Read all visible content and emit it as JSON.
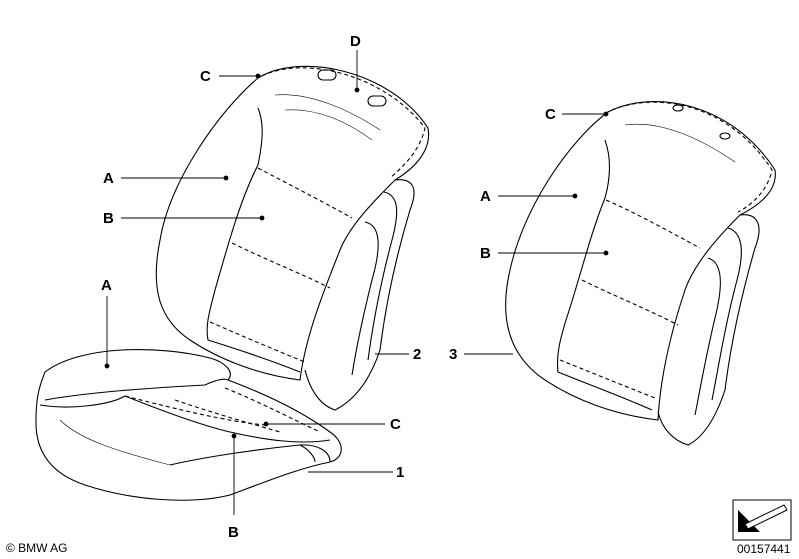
{
  "callouts": {
    "front_backrest": {
      "c": "C",
      "d": "D",
      "a": "A",
      "b": "B",
      "part": "2"
    },
    "seat_cushion": {
      "a": "A",
      "c": "C",
      "b": "B",
      "part": "1"
    },
    "rear_backrest": {
      "c": "C",
      "a": "A",
      "b": "B",
      "part": "3"
    }
  },
  "footer": {
    "copyright": "© BMW AG",
    "diagram_number": "00157441"
  },
  "icons": {
    "copyright_mark": "copyright-icon",
    "view_direction": "arrow-corner-icon"
  },
  "colors": {
    "line": "#000000",
    "background": "#ffffff"
  }
}
